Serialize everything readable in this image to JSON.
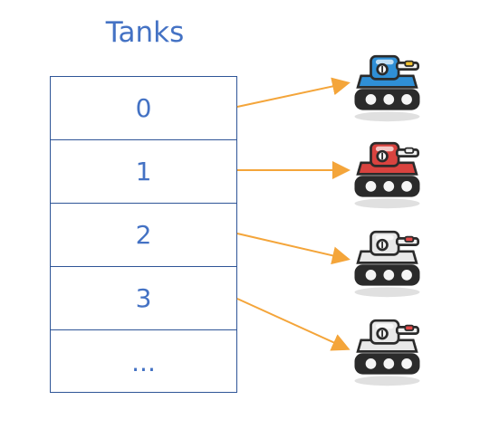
{
  "title": "Tanks",
  "cells": [
    "0",
    "1",
    "2",
    "3",
    "..."
  ],
  "colors": {
    "text": "#4472c4",
    "border": "#2f5597",
    "arrow": "#f4a53a"
  },
  "tanks": [
    {
      "icon": "blue-tank-icon",
      "color": "#2f8fd6"
    },
    {
      "icon": "red-tank-icon",
      "color": "#d9433f"
    },
    {
      "icon": "white-tank-icon",
      "color": "#e8e8e8"
    },
    {
      "icon": "white-tank-icon",
      "color": "#e8e8e8"
    }
  ]
}
